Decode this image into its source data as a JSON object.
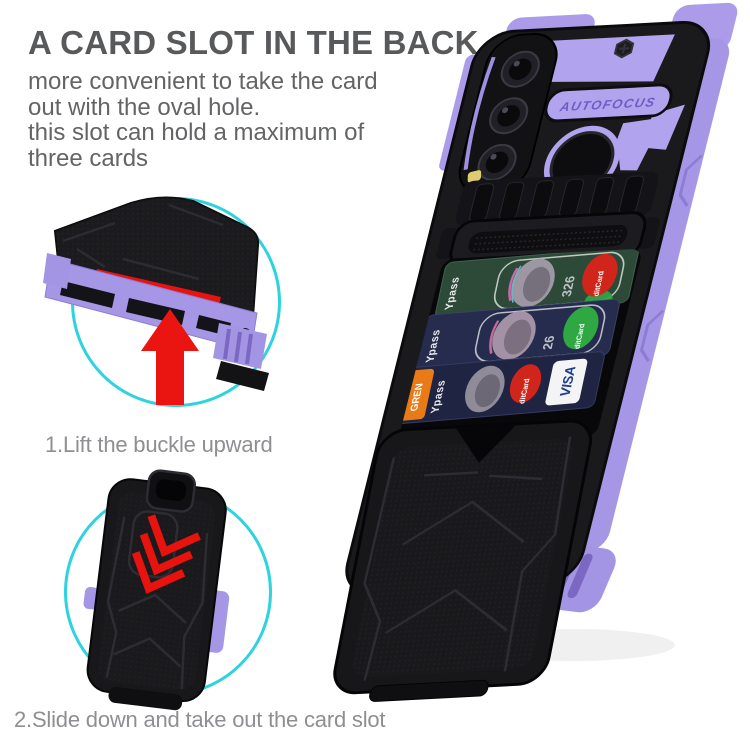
{
  "header": {
    "title": "A CARD SLOT IN THE BACK",
    "description_lines": [
      "more convenient to take the card",
      "out with the oval hole.",
      "this slot can hold a maximum of",
      "three cards"
    ]
  },
  "callouts": [
    {
      "caption": "1.Lift the buckle upward"
    },
    {
      "caption": "2.Slide down and take out the card slot"
    }
  ],
  "phone": {
    "autofocus_label": "AUTOFOCUS",
    "cards": [
      {
        "pass_text": "Ypass",
        "number": "326",
        "badge_text": "ditCard"
      },
      {
        "pass_text": "Ypass",
        "number": "26",
        "badge_text": "ditCard"
      },
      {
        "pass_text": "Ypass",
        "tab_text": "GREN",
        "badge_text": "ditCard",
        "visa_text": "VISA"
      }
    ]
  },
  "colors": {
    "title_text": "#58595b",
    "body_text": "#636466",
    "caption_text": "#8d8f92",
    "circle_border": "#2fd3de",
    "arrow_red": "#e8120e",
    "case_black": "#1a1a1d",
    "case_purple": "#a596e6",
    "card_green": "#2d4a39",
    "card_navy": "#23294a",
    "badge_red": "#d0251a",
    "badge_green": "#2fa844",
    "visa_blue": "#1b3e8f",
    "tab_orange": "#e87a18"
  }
}
